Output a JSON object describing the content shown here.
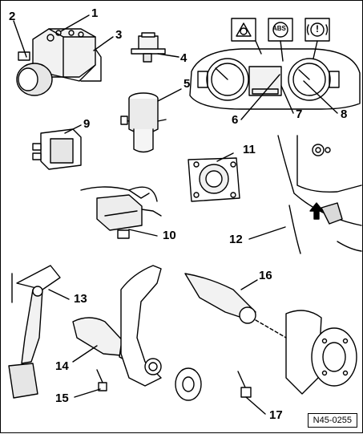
{
  "diagram": {
    "callouts": [
      {
        "id": "1",
        "label": "1"
      },
      {
        "id": "2",
        "label": "2"
      },
      {
        "id": "3",
        "label": "3"
      },
      {
        "id": "4",
        "label": "4"
      },
      {
        "id": "5",
        "label": "5"
      },
      {
        "id": "6",
        "label": "6"
      },
      {
        "id": "7",
        "label": "7"
      },
      {
        "id": "8",
        "label": "8"
      },
      {
        "id": "9",
        "label": "9"
      },
      {
        "id": "10",
        "label": "10"
      },
      {
        "id": "11",
        "label": "11"
      },
      {
        "id": "12",
        "label": "12"
      },
      {
        "id": "13",
        "label": "13"
      },
      {
        "id": "14",
        "label": "14"
      },
      {
        "id": "15",
        "label": "15"
      },
      {
        "id": "16",
        "label": "16"
      },
      {
        "id": "17",
        "label": "17"
      }
    ],
    "warning_lamps": [
      "warning-triangle",
      "ABS",
      "brake"
    ],
    "abs_lamp_text": "ABS",
    "brake_lamp_text": "(!)",
    "figure_code": "N45-0255"
  }
}
